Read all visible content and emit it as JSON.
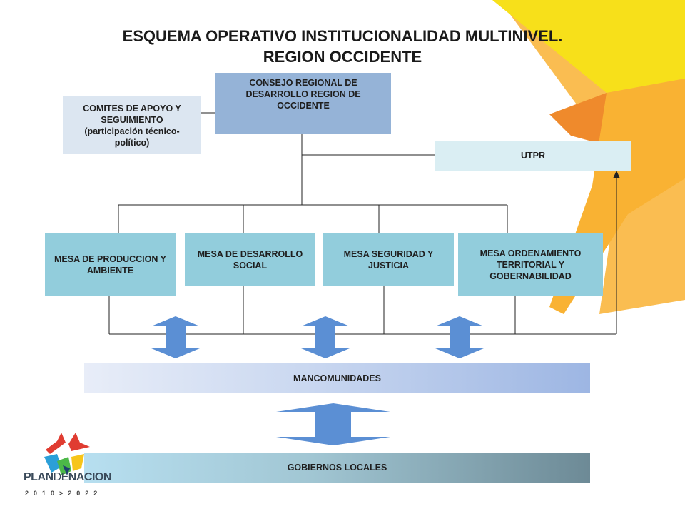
{
  "title": {
    "line1": "ESQUEMA  OPERATIVO INSTITUCIONALIDAD MULTINIVEL.",
    "line2": "REGION OCCIDENTE"
  },
  "nodes": {
    "consejo": "CONSEJO REGIONAL DE DESARROLLO REGION DE OCCIDENTE",
    "comites_line1": "COMITES DE APOYO Y SEGUIMIENTO",
    "comites_line2": "(participación técnico-político)",
    "utpr": "UTPR",
    "mesa_produccion": "MESA DE PRODUCCION Y AMBIENTE",
    "mesa_social": "MESA DE DESARROLLO SOCIAL",
    "mesa_seguridad": "MESA SEGURIDAD Y JUSTICIA",
    "mesa_ordenamiento": "MESA ORDENAMIENTO TERRITORIAL Y GOBERNABILIDAD",
    "mancomunidades": "MANCOMUNIDADES",
    "gobiernos": "GOBIERNOS LOCALES"
  },
  "logo": {
    "name_part1": "PLAN",
    "name_part2": "DE",
    "name_part3": "NACION",
    "years": "2010>2022"
  },
  "colors": {
    "accent_yellow": "#f7e01a",
    "accent_orange": "#f5a623",
    "accent_deep_orange": "#ef8a2c",
    "arrow_blue": "#5b8fd4"
  }
}
